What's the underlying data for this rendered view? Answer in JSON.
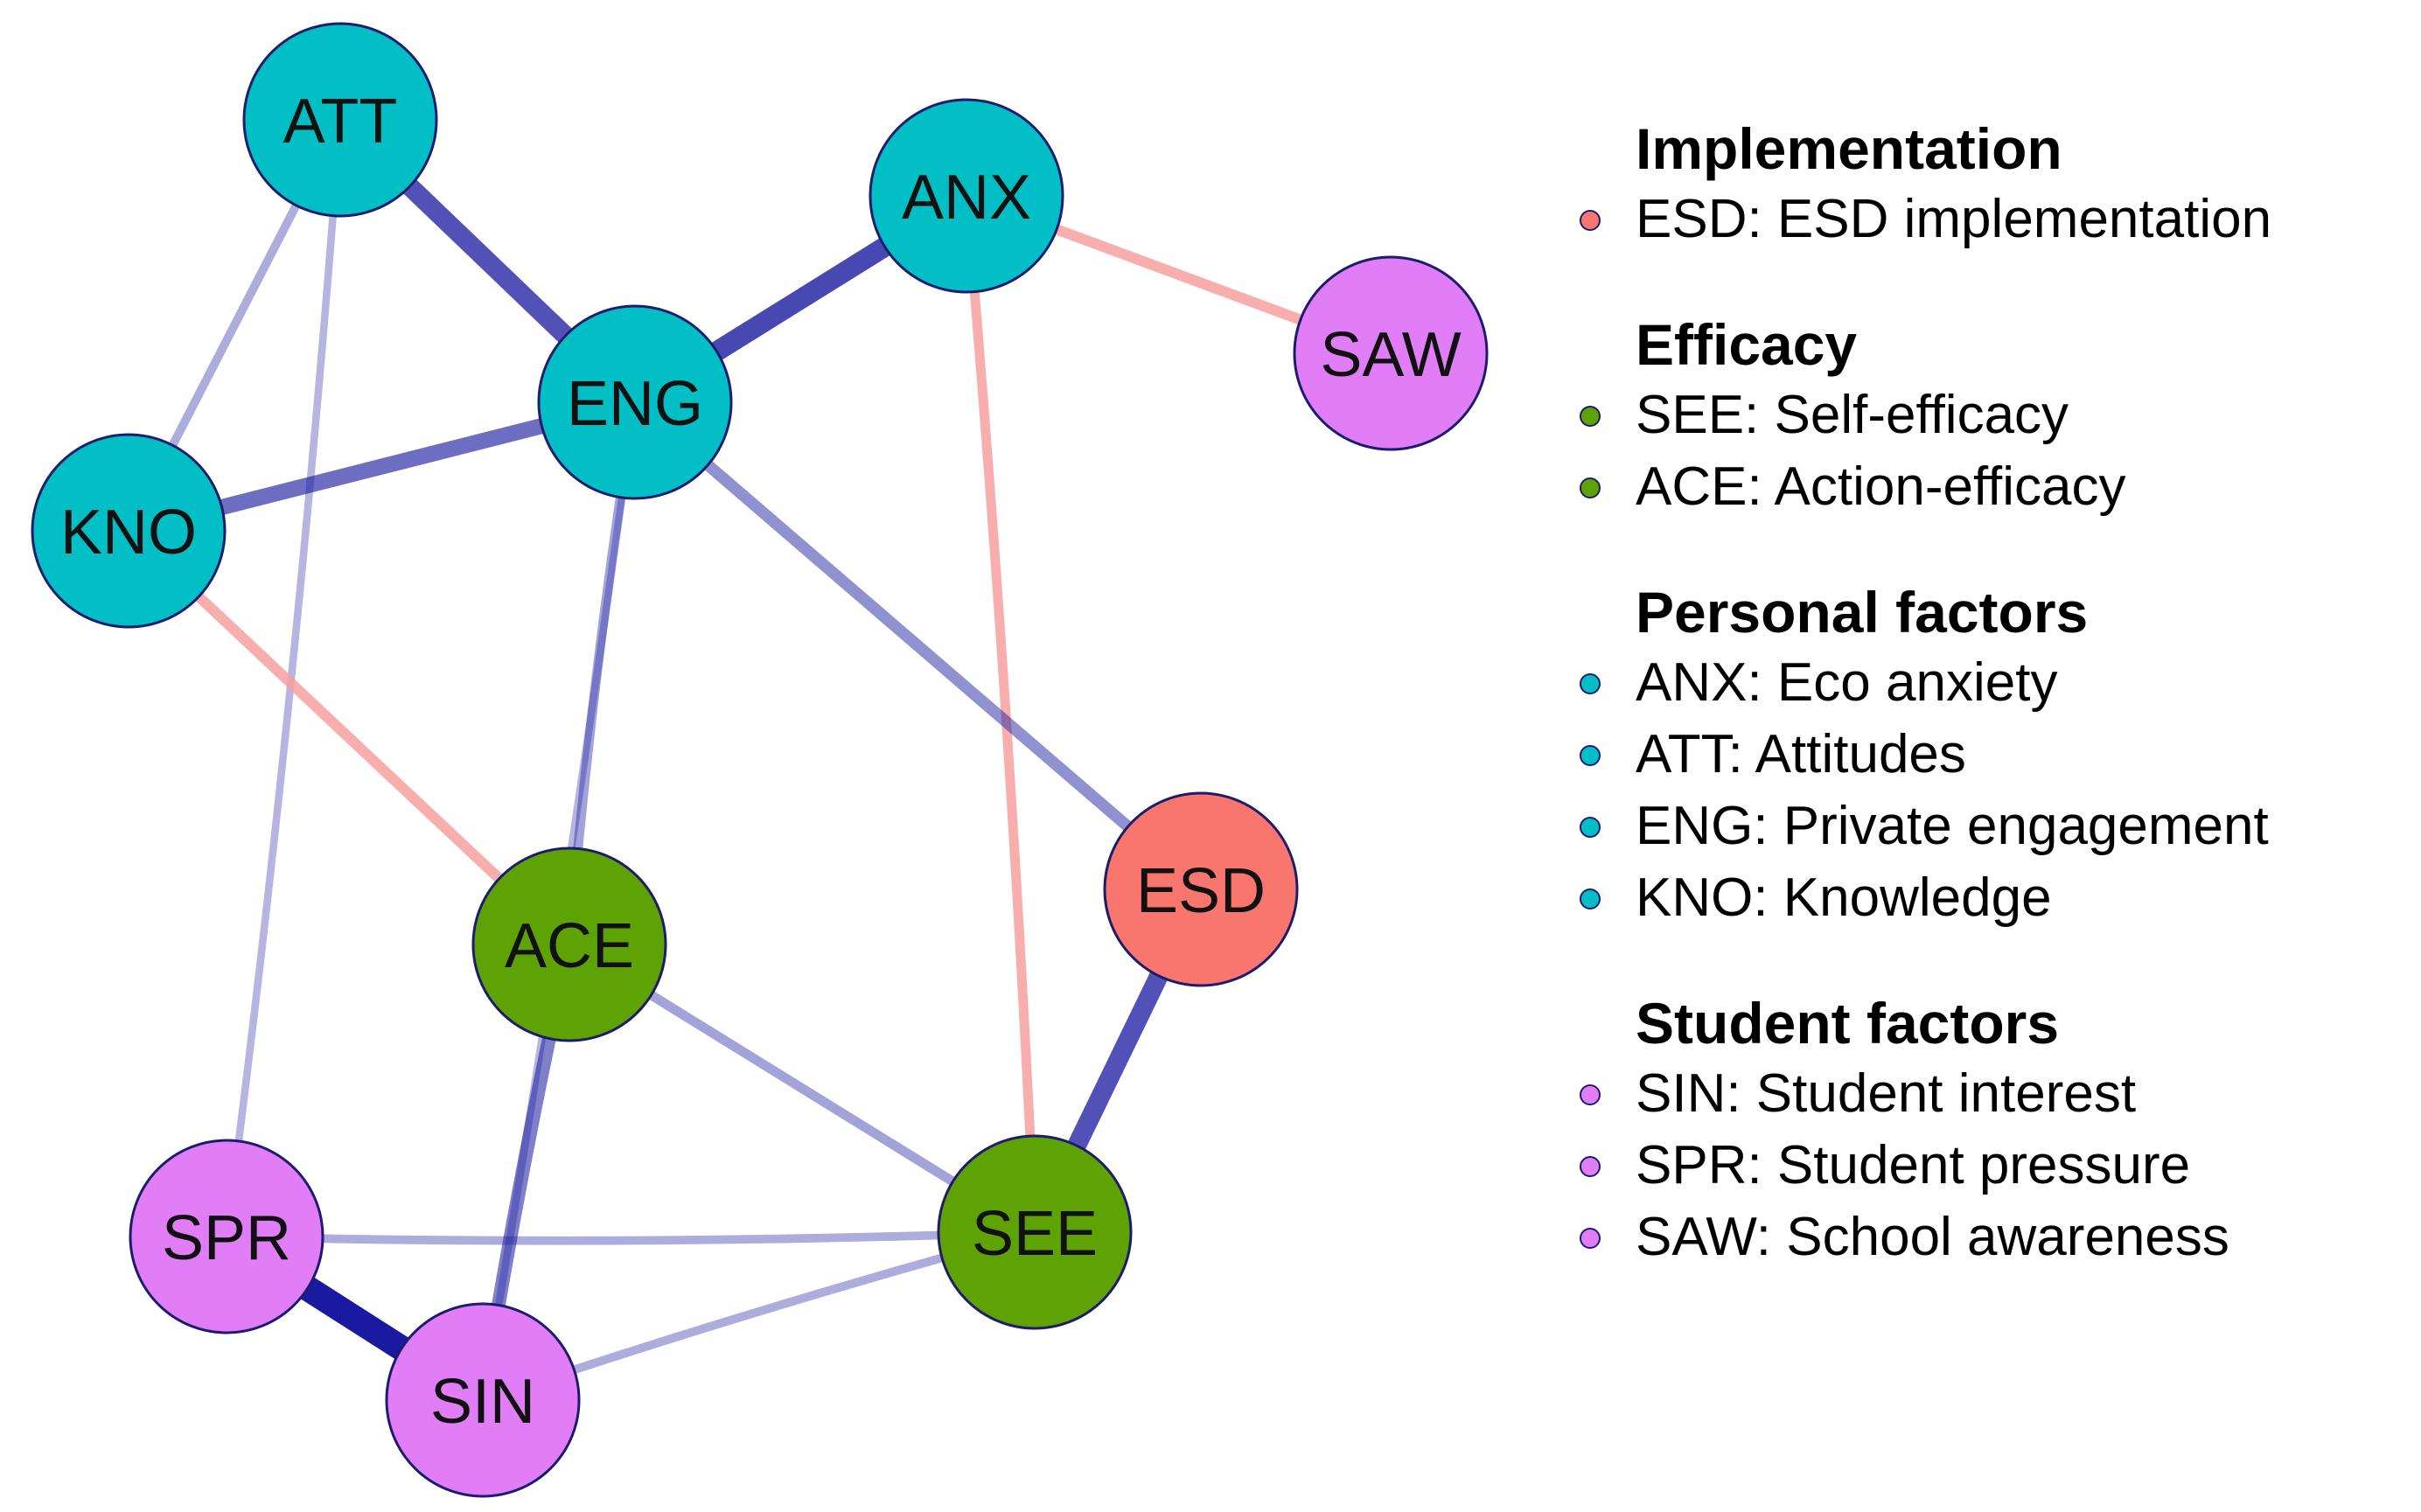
{
  "nodes": [
    {
      "id": "ATT",
      "label": "ATT",
      "group": "personal"
    },
    {
      "id": "ANX",
      "label": "ANX",
      "group": "personal"
    },
    {
      "id": "SAW",
      "label": "SAW",
      "group": "student"
    },
    {
      "id": "ENG",
      "label": "ENG",
      "group": "personal"
    },
    {
      "id": "KNO",
      "label": "KNO",
      "group": "personal"
    },
    {
      "id": "ACE",
      "label": "ACE",
      "group": "efficacy"
    },
    {
      "id": "ESD",
      "label": "ESD",
      "group": "implementation"
    },
    {
      "id": "SPR",
      "label": "SPR",
      "group": "student"
    },
    {
      "id": "SEE",
      "label": "SEE",
      "group": "efficacy"
    },
    {
      "id": "SIN",
      "label": "SIN",
      "group": "student"
    }
  ],
  "edges": [
    {
      "from": "ATT",
      "to": "ENG",
      "sign": "positive",
      "strength": 0.7
    },
    {
      "from": "ATT",
      "to": "KNO",
      "sign": "positive",
      "strength": 0.2
    },
    {
      "from": "ATT",
      "to": "SPR",
      "sign": "positive",
      "strength": 0.15
    },
    {
      "from": "ANX",
      "to": "ENG",
      "sign": "positive",
      "strength": 0.75
    },
    {
      "from": "ANX",
      "to": "SAW",
      "sign": "negative",
      "strength": 0.3
    },
    {
      "from": "ANX",
      "to": "SEE",
      "sign": "negative",
      "strength": 0.25
    },
    {
      "from": "ENG",
      "to": "KNO",
      "sign": "positive",
      "strength": 0.55
    },
    {
      "from": "ENG",
      "to": "ESD",
      "sign": "positive",
      "strength": 0.35
    },
    {
      "from": "ENG",
      "to": "ACE",
      "sign": "positive",
      "strength": 0.25
    },
    {
      "from": "ENG",
      "to": "SIN",
      "sign": "positive",
      "strength": 0.15
    },
    {
      "from": "KNO",
      "to": "ACE",
      "sign": "negative",
      "strength": 0.3
    },
    {
      "from": "ACE",
      "to": "SIN",
      "sign": "positive",
      "strength": 0.45
    },
    {
      "from": "ACE",
      "to": "SEE",
      "sign": "positive",
      "strength": 0.25
    },
    {
      "from": "ESD",
      "to": "SEE",
      "sign": "positive",
      "strength": 0.7
    },
    {
      "from": "SPR",
      "to": "SIN",
      "sign": "positive",
      "strength": 1.0
    },
    {
      "from": "SPR",
      "to": "SEE",
      "sign": "positive",
      "strength": 0.2
    },
    {
      "from": "SIN",
      "to": "SEE",
      "sign": "positive",
      "strength": 0.2
    }
  ],
  "group_colors": {
    "implementation": "#f8766d",
    "efficacy": "#5ea303",
    "personal": "#01bfc4",
    "student": "#e17df7"
  },
  "edge_colors": {
    "positive": "#1a1aa0",
    "negative": "#f8a0a0"
  },
  "legend": [
    {
      "title": "Implementation",
      "color_key": "implementation",
      "items": [
        "ESD: ESD implementation"
      ]
    },
    {
      "title": "Efficacy",
      "color_key": "efficacy",
      "items": [
        "SEE: Self-efficacy",
        "ACE: Action-efficacy"
      ]
    },
    {
      "title": "Personal factors",
      "color_key": "personal",
      "items": [
        "ANX: Eco anxiety",
        "ATT: Attitudes",
        "ENG: Private engagement",
        "KNO: Knowledge"
      ]
    },
    {
      "title": "Student factors",
      "color_key": "student",
      "items": [
        "SIN: Student interest",
        "SPR: Student pressure",
        "SAW: School awareness"
      ]
    }
  ]
}
